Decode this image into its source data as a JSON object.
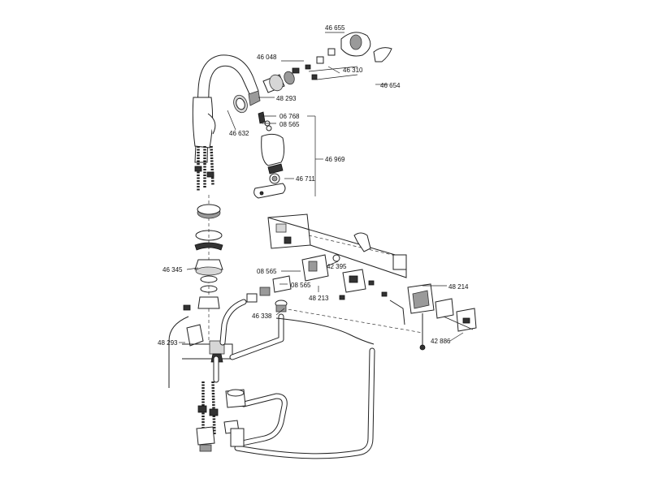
{
  "labels": [
    {
      "id": "46655",
      "text": "46 655"
    },
    {
      "id": "46048",
      "text": "46 048"
    },
    {
      "id": "46310",
      "text": "46 310"
    },
    {
      "id": "46654",
      "text": "46 654"
    },
    {
      "id": "48293a",
      "text": "48 293"
    },
    {
      "id": "06768",
      "text": "06 768"
    },
    {
      "id": "08565a",
      "text": "08 565"
    },
    {
      "id": "46632",
      "text": "46 632"
    },
    {
      "id": "46969",
      "text": "46 969"
    },
    {
      "id": "46711",
      "text": "46 711"
    },
    {
      "id": "46345",
      "text": "46 345"
    },
    {
      "id": "08565b",
      "text": "08 565"
    },
    {
      "id": "42395",
      "text": "42 395"
    },
    {
      "id": "08565c",
      "text": "08 565"
    },
    {
      "id": "48213",
      "text": "48 213"
    },
    {
      "id": "46338",
      "text": "46 338"
    },
    {
      "id": "48214",
      "text": "48 214"
    },
    {
      "id": "48293b",
      "text": "48 293"
    },
    {
      "id": "42886",
      "text": "42 886"
    }
  ]
}
